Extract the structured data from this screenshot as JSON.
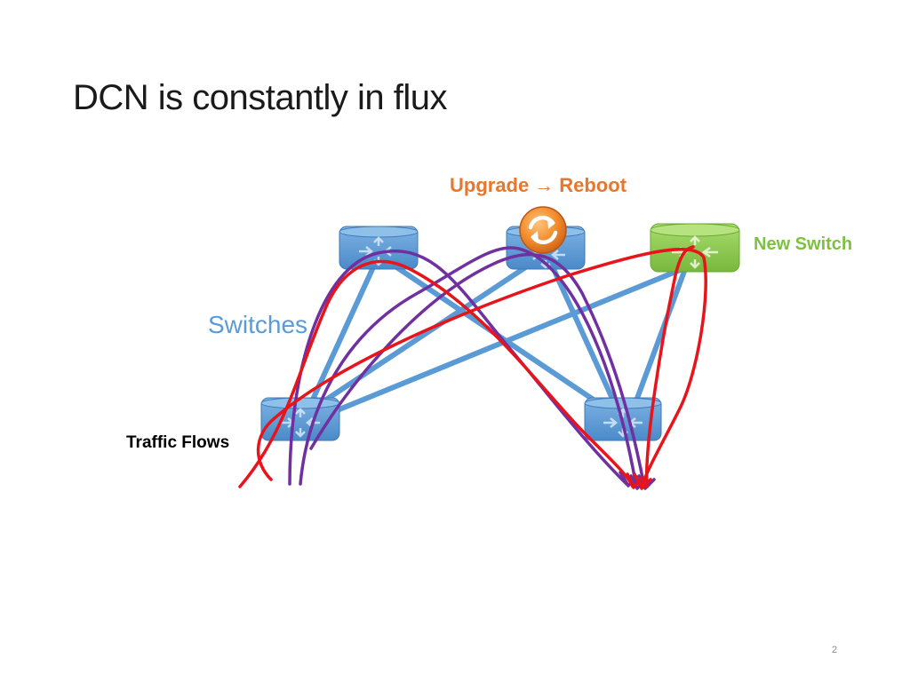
{
  "slide": {
    "title": "DCN is constantly in flux",
    "page_number": "2"
  },
  "labels": {
    "upgrade": "Upgrade",
    "upgrade_arrow": "→",
    "reboot": "Reboot",
    "new_switch": "New Switch",
    "switches": "Switches",
    "traffic_flows": "Traffic Flows"
  },
  "colors": {
    "switch_blue": "#5b9bd5",
    "switch_green": "#8cc84b",
    "link_blue": "#5b9bd5",
    "flow_red": "#e8141b",
    "flow_purple": "#7030a0",
    "upgrade_orange": "#e8772e",
    "new_switch_green": "#7cc142"
  },
  "icons": {
    "switch": "network-switch-icon",
    "reboot": "refresh-icon",
    "arrow": "right-arrow-icon"
  }
}
